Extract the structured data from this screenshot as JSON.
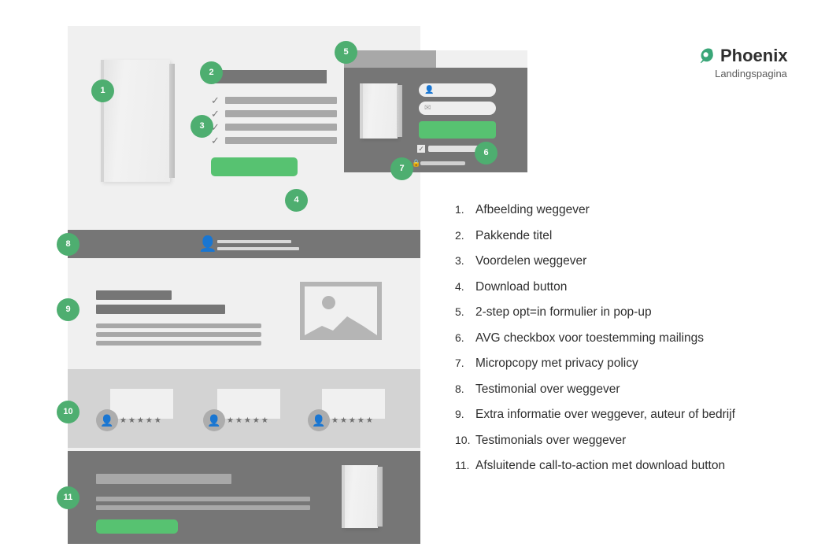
{
  "brand": {
    "name": "Phoenix",
    "subtitle": "Landingspagina",
    "logo_icon": "leaf-swirl-icon",
    "accent_green": "#4eae70",
    "cta_green": "#57c271",
    "dark_gray": "#767676",
    "mid_gray": "#a8a8a8",
    "light_gray": "#f0f0f0",
    "band_gray": "#d3d3d3"
  },
  "legend": {
    "items": [
      {
        "num": "1.",
        "label": "Afbeelding weggever"
      },
      {
        "num": "2.",
        "label": "Pakkende titel"
      },
      {
        "num": "3.",
        "label": "Voordelen weggever"
      },
      {
        "num": "4.",
        "label": "Download button"
      },
      {
        "num": "5.",
        "label": "2-step opt=in formulier in pop-up"
      },
      {
        "num": "6.",
        "label": "AVG checkbox voor toestemming mailings"
      },
      {
        "num": "7.",
        "label": "Micropcopy met privacy policy"
      },
      {
        "num": "8.",
        "label": "Testimonial over weggever"
      },
      {
        "num": "9.",
        "label": "Extra informatie over weggever, auteur of bedrijf"
      },
      {
        "num": "10.",
        "label": "Testimonials over weggever"
      },
      {
        "num": "11.",
        "label": "Afsluitende call-to-action met download button"
      }
    ]
  },
  "badges": [
    {
      "id": "1",
      "num": "1"
    },
    {
      "id": "2",
      "num": "2"
    },
    {
      "id": "3",
      "num": "3"
    },
    {
      "id": "4",
      "num": "4"
    },
    {
      "id": "5",
      "num": "5"
    },
    {
      "id": "6",
      "num": "6"
    },
    {
      "id": "7",
      "num": "7"
    },
    {
      "id": "8",
      "num": "8"
    },
    {
      "id": "9",
      "num": "9"
    },
    {
      "id": "10",
      "num": "10"
    },
    {
      "id": "11",
      "num": "11"
    }
  ],
  "wireframe": {
    "popup": {
      "name_field_icon": "person-icon",
      "email_field_icon": "envelope-icon",
      "checkbox_glyph": "✓",
      "lock_icon": "lock-icon"
    },
    "quote_band": {
      "avatar_icon": "person-icon"
    },
    "info_band": {
      "image_placeholder_icon": "image-placeholder-icon"
    },
    "testimonials": [
      {
        "avatar_icon": "person-icon",
        "stars": "★★★★★"
      },
      {
        "avatar_icon": "person-icon",
        "stars": "★★★★★"
      },
      {
        "avatar_icon": "person-icon",
        "stars": "★★★★★"
      }
    ],
    "hero": {
      "check_glyph": "✓"
    }
  }
}
